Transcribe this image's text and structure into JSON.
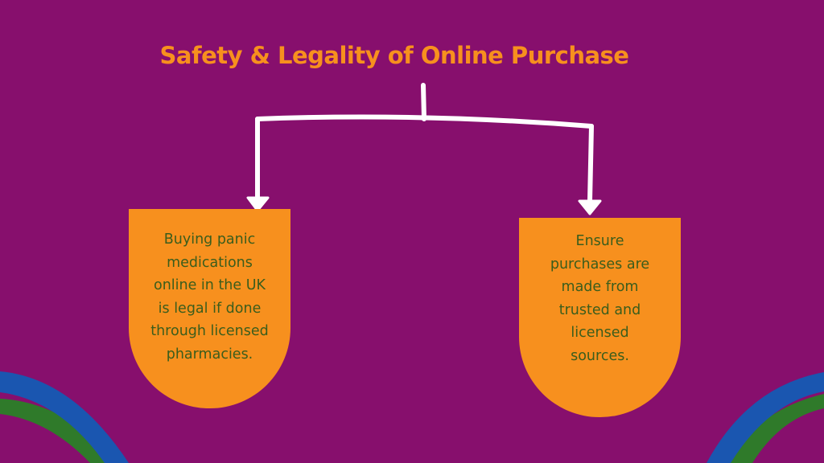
{
  "slide": {
    "title": "Safety & Legality of Online Purchase",
    "colors": {
      "background": "#870f6d",
      "accent": "#f7901e",
      "card_text": "#3a5d1c",
      "connector": "#ffffff",
      "deco_blue": "#1a56b0",
      "deco_green": "#2f7a2a"
    }
  },
  "cards": [
    {
      "text": "Buying panic medications online in the UK is legal if done through licensed pharmacies."
    },
    {
      "text": "Ensure purchases are made from trusted and licensed sources."
    }
  ],
  "icons": {
    "left_arrow": "arrow-down-icon",
    "right_arrow": "arrow-down-icon"
  }
}
